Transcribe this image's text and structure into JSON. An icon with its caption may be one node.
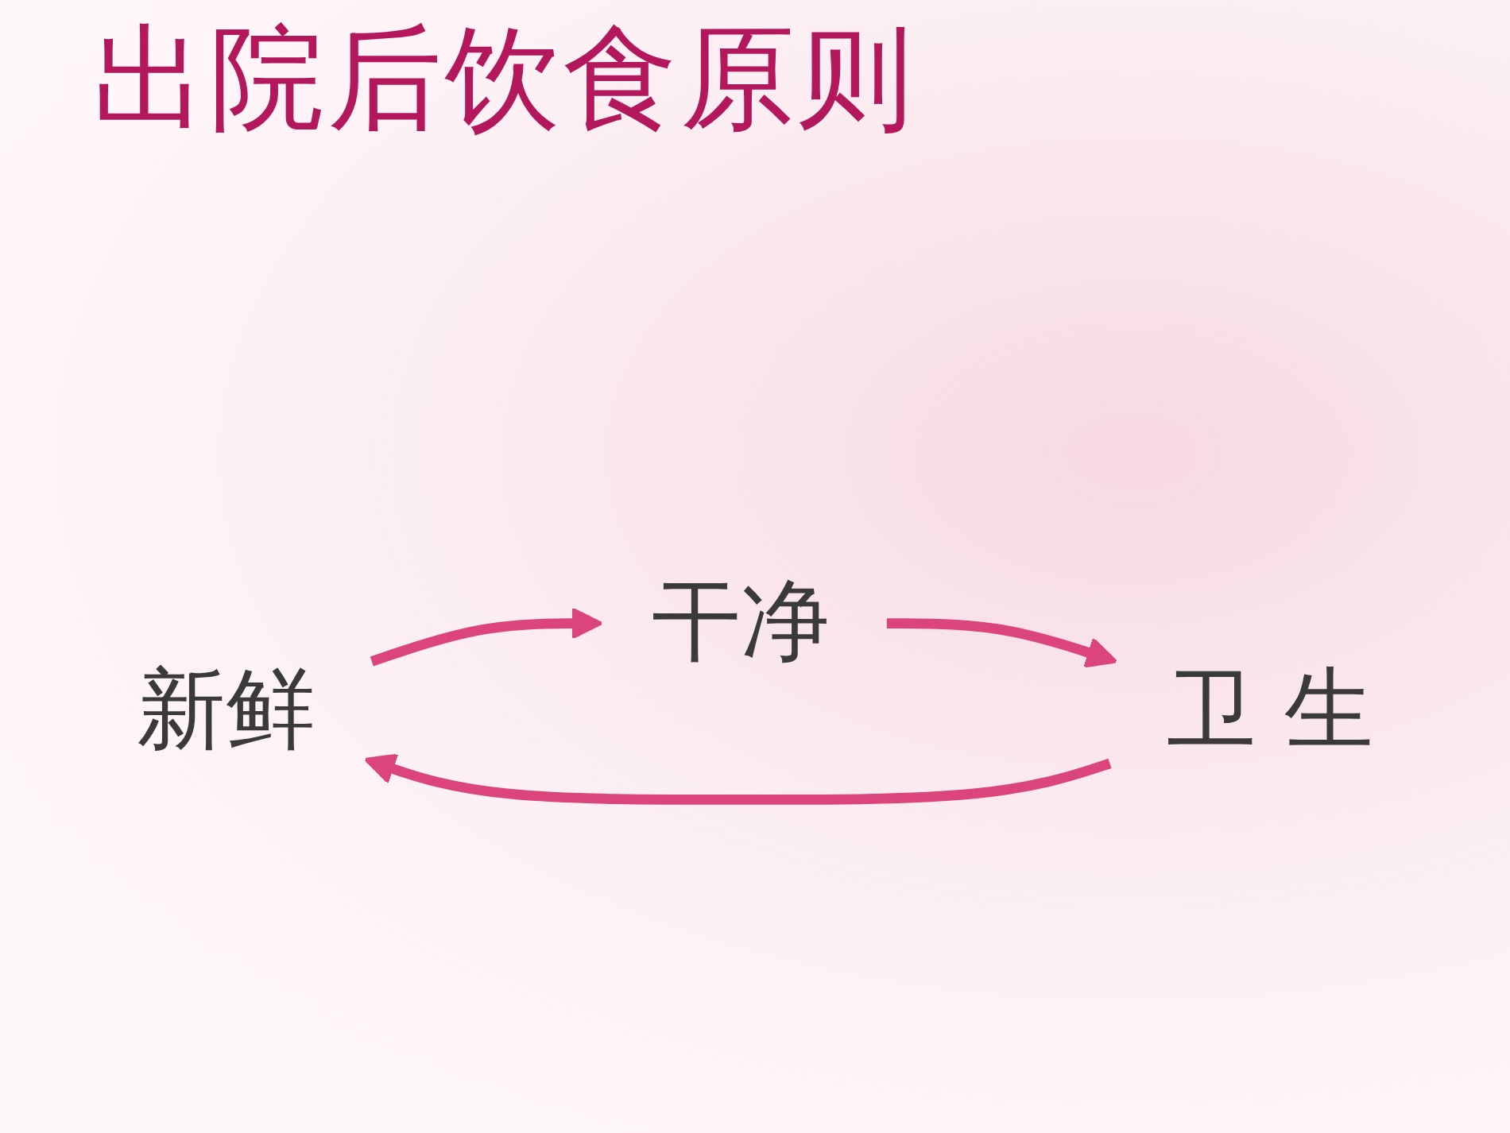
{
  "diagram": {
    "title": "出院后饮食原则",
    "nodes": [
      {
        "text": [
          "新鲜"
        ]
      },
      {
        "text": [
          "卫 生"
        ]
      },
      {
        "text": [
          "干净"
        ]
      }
    ],
    "edges": [
      {
        "from": 1,
        "to": 0,
        "arrow": "to"
      },
      {
        "from": 0,
        "to": 2,
        "arrow": "to"
      },
      {
        "from": 2,
        "to": 1,
        "arrow": "to"
      }
    ]
  }
}
